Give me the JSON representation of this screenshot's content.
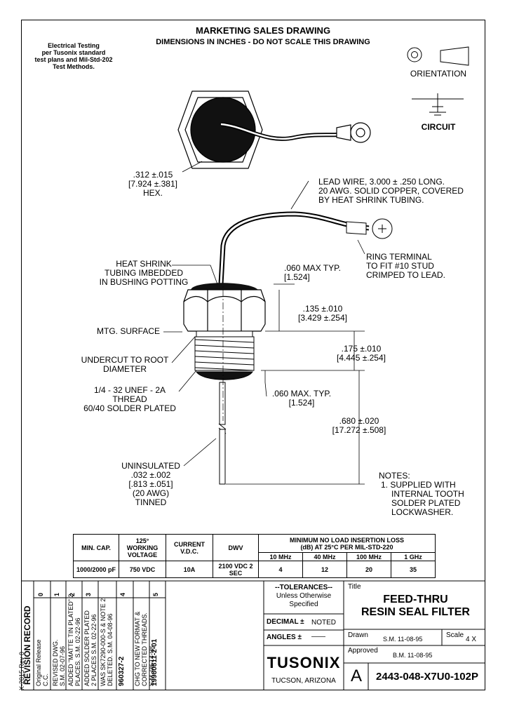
{
  "header": {
    "title": "MARKETING SALES DRAWING",
    "subtitle": "DIMENSIONS IN INCHES - DO NOT SCALE THIS DRAWING",
    "testing_note": [
      "Electrical Testing",
      "per Tusonix standard",
      "test plans and Mil-Std-202",
      "Test Methods."
    ]
  },
  "legend": {
    "orientation": "ORIENTATION",
    "circuit": "CIRCUIT"
  },
  "callouts": {
    "hex": [
      ".312 ±.015",
      "[7.924 ±.381]",
      "HEX."
    ],
    "lead_wire": [
      "LEAD WIRE, 3.000 ± .250 LONG.",
      "20 AWG. SOLID COPPER, COVERED",
      "BY HEAT SHRINK TUBING."
    ],
    "ring_terminal": [
      "RING TERMINAL",
      "TO FIT #10 STUD",
      "CRIMPED TO LEAD."
    ],
    "heat_shrink": [
      "HEAT SHRINK",
      "TUBING IMBEDDED",
      "IN BUSHING POTTING"
    ],
    "max_typ": [
      ".060 MAX TYP.",
      "[1.524]"
    ],
    "d135": [
      ".135 ±.010",
      "[3.429 ±.254]"
    ],
    "mtg": "MTG. SURFACE",
    "d175": [
      ".175 ±.010",
      "[4.445 ±.254]"
    ],
    "undercut": [
      "UNDERCUT TO ROOT",
      "DIAMETER"
    ],
    "thread": [
      "1/4 - 32 UNEF - 2A",
      "THREAD",
      "60/40 SOLDER PLATED"
    ],
    "max_typ2": [
      ".060 MAX. TYP.",
      "[1.524]"
    ],
    "d680": [
      ".680 ±.020",
      "[17.272 ±.508]"
    ],
    "uninsulated": [
      "UNINSULATED",
      ".032 ±.002",
      "[.813 ±.051]",
      "(20 AWG)",
      "TINNED"
    ],
    "notes_title": "NOTES:",
    "notes": [
      "1.  SUPPLIED WITH",
      "INTERNAL TOOTH",
      "SOLDER PLATED",
      "LOCKWASHER."
    ]
  },
  "spec_table": {
    "headers": [
      "MIN. CAP.",
      "125° WORKING VOLTAGE",
      "CURRENT V.D.C.",
      "DWV"
    ],
    "loss_header": [
      "MINIMUM NO LOAD INSERTION LOSS",
      "(dB)  AT 25°C PER MIL-STD-220"
    ],
    "freqs": [
      "10 MHz",
      "40 MHz",
      "100 MHz",
      "1 GHz"
    ],
    "values": [
      "1000/2000 pF",
      "750 VDC",
      "10A",
      "2100 VDC 2 SEC",
      "4",
      "12",
      "20",
      "35"
    ]
  },
  "revision": {
    "doc_code": "X-2015 Rev 0",
    "title": "REVISION RECORD",
    "revs": [
      {
        "n": "0",
        "lines": [
          "Original Release",
          "C.C."
        ]
      },
      {
        "n": "1",
        "lines": [
          "REVISED DWG.",
          "S.M. 02-07-96"
        ]
      },
      {
        "n": "2",
        "lines": [
          "ADDED \"MATTE TIN PLATED\" 2",
          "PLACES.  S.M. 02-22-96"
        ]
      },
      {
        "n": "3",
        "lines": [
          "ADDED SOLDER PLATED",
          "2 PLACES  S.M. 02-22-96"
        ]
      },
      {
        "n": "",
        "lines": [
          "WAS SK7290-000-S & NOTE 2",
          "DELETED.  S.M. 04-08-96"
        ]
      },
      {
        "n": "4",
        "lines": [
          "960327-2"
        ]
      },
      {
        "n": "",
        "lines": [
          "CHG TO NEW FORMAT &",
          "CORRECTED THREADS.",
          "S.M. 08-14-98"
        ]
      },
      {
        "n": "5",
        "lines": [
          "19980811-2-01"
        ]
      }
    ]
  },
  "title_block": {
    "tolerances": "--TOLERANCES--",
    "unless": [
      "Unless Otherwise",
      "Specified"
    ],
    "decimal": "DECIMAL ±",
    "decimal_value": "NOTED",
    "angles": "ANGLES ±",
    "angles_value": "——",
    "company": "TUSONIX",
    "location": "TUCSON, ARIZONA",
    "title_label": "Title",
    "title_lines": [
      "FEED-THRU",
      "RESIN SEAL FILTER"
    ],
    "drawn_label": "Drawn",
    "drawn_value": "S.M. 11-08-95",
    "scale_label": "Scale",
    "scale_value": "4 X",
    "approved_label": "Approved",
    "approved_value": "B.M. 11-08-95",
    "size": "A",
    "part_number": "2443-048-X7U0-102P"
  }
}
